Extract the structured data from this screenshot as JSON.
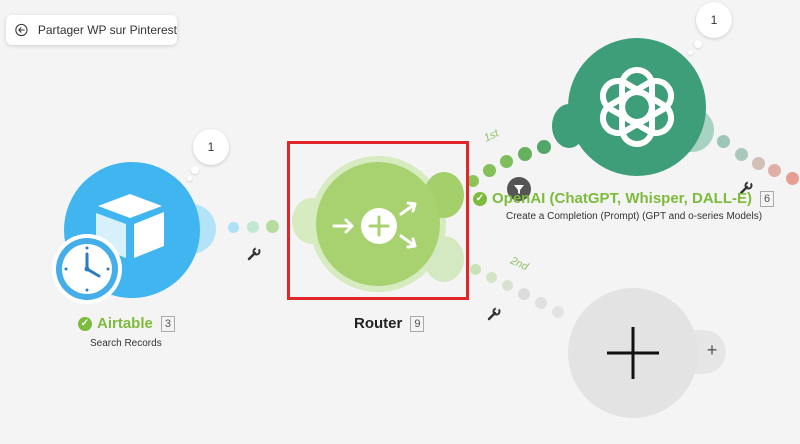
{
  "scenario": {
    "back_label": "Partager WP sur Pinterest"
  },
  "nodes": {
    "airtable": {
      "name": "Airtable",
      "badge": "3",
      "subtitle": "Search Records",
      "bubble": "1"
    },
    "router": {
      "name": "Router",
      "badge": "9"
    },
    "openai": {
      "name": "OpenAI (ChatGPT, Whisper, DALL-E)",
      "badge": "6",
      "subtitle": "Create a Completion (Prompt) (GPT and o-series Models)",
      "bubble": "1"
    },
    "add": {
      "plus": "+"
    }
  },
  "routes": {
    "first": "1st",
    "second": "2nd"
  },
  "colors": {
    "airtable": "#40b5f0",
    "router": "#a8d270",
    "openai": "#3e9e7a",
    "add_module": "#e3e3e3",
    "highlight": "#e0252b"
  }
}
